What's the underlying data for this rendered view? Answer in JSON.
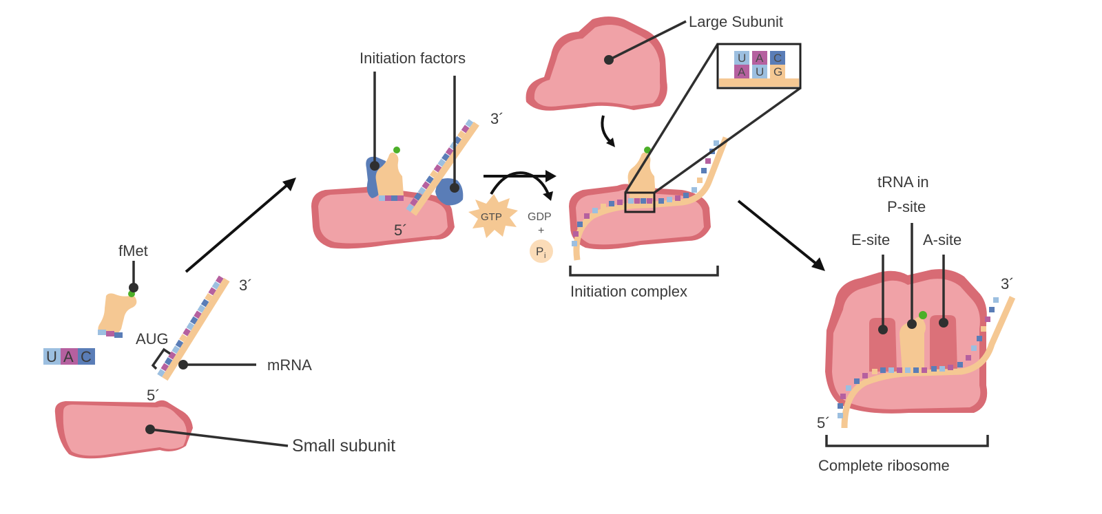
{
  "labels": {
    "fmet": "fMet",
    "anticodon": [
      "U",
      "A",
      "C"
    ],
    "aug": "AUG",
    "mrna": "mRNA",
    "small_subunit": "Small subunit",
    "five_prime": "5´",
    "three_prime": "3´",
    "initiation_factors": "Initiation factors",
    "gtp": "GTP",
    "gdp": "GDP",
    "plus": "+",
    "pi_main": "P",
    "pi_sub": "i",
    "large_subunit": "Large Subunit",
    "zoom_top": [
      "U",
      "A",
      "C"
    ],
    "zoom_bottom": [
      "A",
      "U",
      "G"
    ],
    "initiation_complex": "Initiation complex",
    "trna_p_line1": "tRNA in",
    "trna_p_line2": "P-site",
    "e_site": "E-site",
    "a_site": "A-site",
    "complete_ribosome": "Complete ribosome"
  },
  "colors": {
    "ribosome_light": "#f0a2a7",
    "ribosome_dark": "#d86b74",
    "trna": "#f5c893",
    "initiation_factor": "#5a7db7",
    "fmet_dot": "#4caf28",
    "base_blue": "#9cbfe0",
    "base_purple": "#b5609f",
    "base_navy": "#5a7db7",
    "base_peach": "#f5c893"
  }
}
